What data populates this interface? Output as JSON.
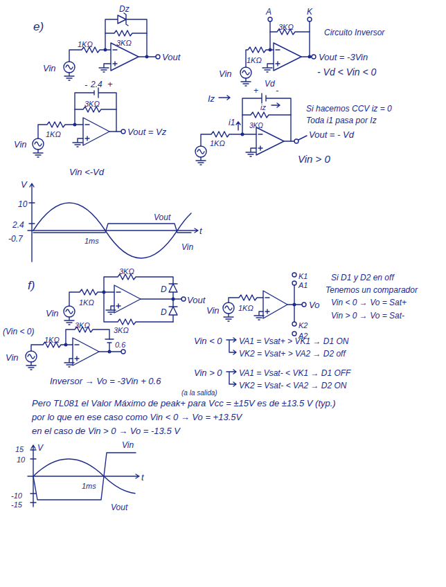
{
  "diagram": {
    "labels": [
      "e)",
      "Dz",
      "1KΩ",
      "3KΩ",
      "Vin",
      "Vout",
      "A",
      "K",
      "3KΩ",
      "Circuito Inversor",
      "1KΩ",
      "Vin",
      "Vout = -3Vin",
      "- Vd < Vin < 0",
      "-",
      "2.4",
      "+",
      "3KΩ",
      "1KΩ",
      "Vin",
      "Vout = Vz",
      "Vin <-Vd",
      "Iz",
      "+",
      "Vd",
      "-",
      "iz",
      "i1",
      "3KΩ",
      "1KΩ",
      "Si hacemos CCV iz = 0",
      "Toda i1 pasa por Iz",
      "Vout = - Vd",
      "Vin > 0",
      "V",
      "10",
      "2.4",
      "-0.7",
      "Vout",
      "t",
      "1ms",
      "Vin",
      "f)",
      "3KΩ",
      "1KΩ",
      "D",
      "D",
      "Vout",
      "Vin",
      "K1",
      "A1",
      "Vo",
      "K2",
      "A2",
      "1KΩ",
      "Vin",
      "Si D1 y D2 en off",
      "Tenemos un comparador",
      "Vin < 0 → Vo = Sat+",
      "Vin > 0 → Vo = Sat-",
      "(Vin < 0)",
      "1KΩ",
      "3KΩ",
      "3KΩ",
      "0.6",
      "Vin",
      "Vin < 0",
      "VA1 = Vsat+ > VK1 → D1 ON",
      "VK2 = Vsat+ > VA2 → D2 off",
      "Vin > 0",
      "VA1 = Vsat- < VK1 → D1 OFF",
      "VK2 = Vsat- < VA2 → D2 ON",
      "Inversor → Vo = -3Vin + 0.6",
      "(a la salida)",
      "Pero TL081 el Valor Máximo de peak+ para Vcc = ±15V es de ±13.5 V (typ.)",
      "por lo que en ese caso como Vin < 0 → Vo = +13.5V",
      "en el caso de Vin > 0 → Vo = -13.5 V",
      "V",
      "15",
      "10",
      "Vin",
      "t",
      "-10",
      "-15",
      "1ms",
      "Vout"
    ]
  }
}
